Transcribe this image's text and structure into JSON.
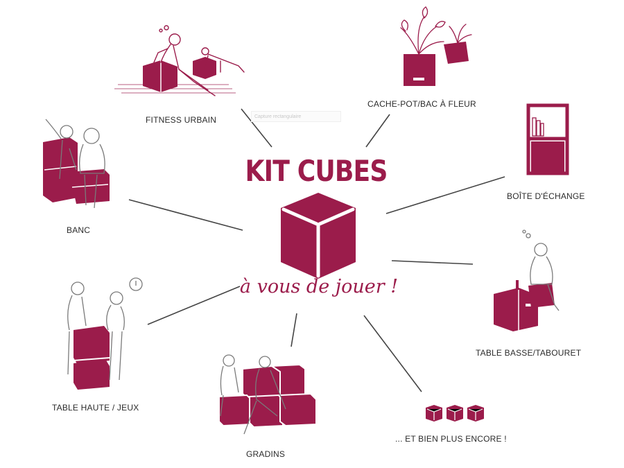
{
  "colors": {
    "accent": "#9b1c4b",
    "line": "#444444",
    "text": "#2b2b2b"
  },
  "title": "KIT CUBES",
  "tagline": "à vous de jouer !",
  "ghost_caption": "Capture rectangulaire",
  "uses": {
    "fitness": "FITNESS URBAIN",
    "cachepot": "CACHE-POT/BAC À FLEUR",
    "banc": "BANC",
    "boite": "BOÎTE D'ÉCHANGE",
    "table_basse": "TABLE BASSE/TABOURET",
    "table_haute": "TABLE HAUTE / JEUX",
    "gradins": "GRADINS",
    "plus": "... ET BIEN PLUS ENCORE !"
  },
  "icons": {
    "center": "cube-icon",
    "fitness": "fitness-icon",
    "cachepot": "plant-pot-icon",
    "banc": "bench-icon",
    "boite": "bookcase-icon",
    "table_basse": "coffee-table-icon",
    "table_haute": "high-table-icon",
    "gradins": "bleachers-icon",
    "plus": "three-cubes-icon"
  }
}
